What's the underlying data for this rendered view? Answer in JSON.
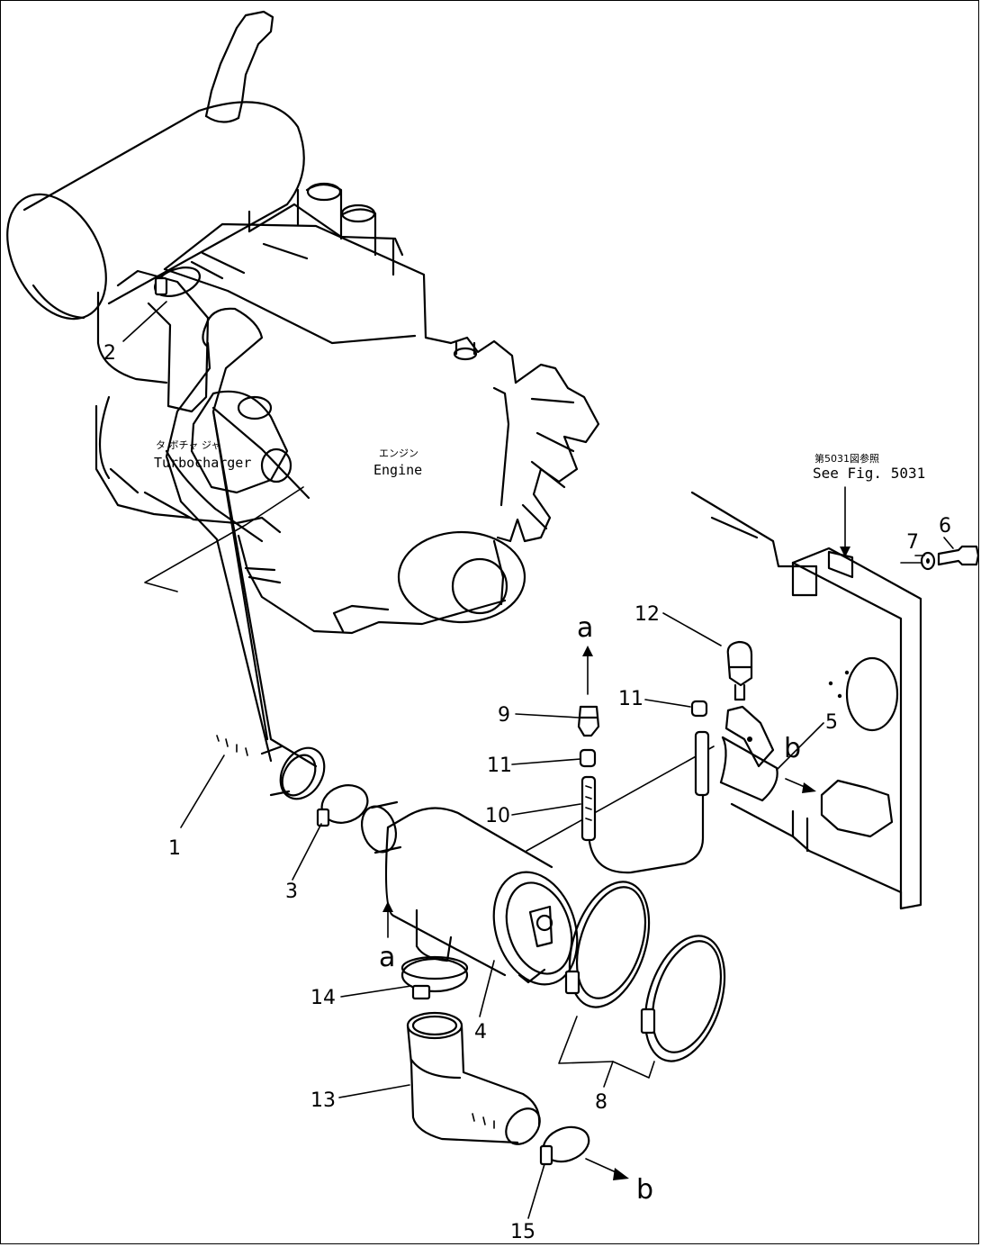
{
  "labels": {
    "turbocharger_jp": "タ ボチャ ジャ",
    "turbocharger_en": "Turbocharger",
    "engine_jp": "エンジン",
    "engine_en": "Engine",
    "see_fig_jp": "第5031図参照",
    "see_fig_en": "See Fig. 5031"
  },
  "callouts": {
    "p1": "1",
    "p2": "2",
    "p3": "3",
    "p4": "4",
    "p5": "5",
    "p6": "6",
    "p7": "7",
    "p8": "8",
    "p9": "9",
    "p10": "10",
    "p11a": "11",
    "p11b": "11",
    "p12": "12",
    "p13": "13",
    "p14": "14",
    "p15": "15"
  },
  "connectors": {
    "a_top": "a",
    "a_bottom": "a",
    "b_right": "b",
    "b_bottom": "b"
  }
}
